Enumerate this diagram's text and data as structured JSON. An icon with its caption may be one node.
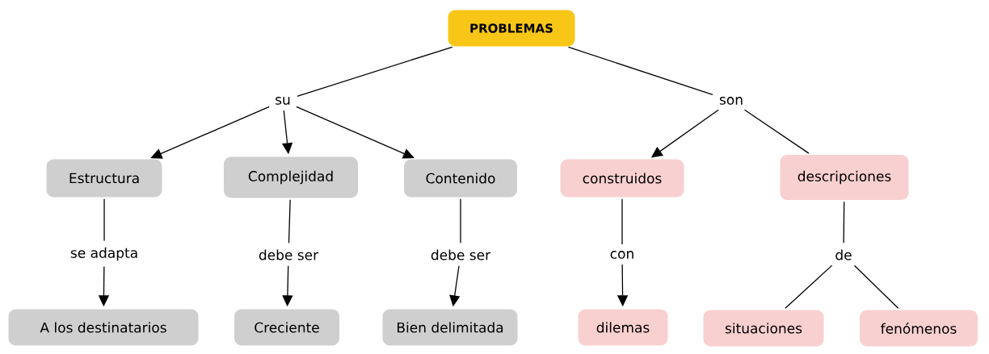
{
  "diagram": {
    "nodes": [
      {
        "text": [
          "PROBLEMAS"
        ]
      },
      {
        "text": [
          "su"
        ]
      },
      {
        "text": [
          "son"
        ]
      },
      {
        "text": [
          "Estructura"
        ]
      },
      {
        "text": [
          "Complejidad"
        ]
      },
      {
        "text": [
          "Contenido"
        ]
      },
      {
        "text": [
          "construidos"
        ]
      },
      {
        "text": [
          "descripciones"
        ]
      },
      {
        "text": [
          "se adapta"
        ]
      },
      {
        "text": [
          "debe ser"
        ]
      },
      {
        "text": [
          "debe ser"
        ]
      },
      {
        "text": [
          "con"
        ]
      },
      {
        "text": [
          "de"
        ]
      },
      {
        "text": [
          "A los destinatarios"
        ]
      },
      {
        "text": [
          "Creciente"
        ]
      },
      {
        "text": [
          "Bien delimitada"
        ]
      },
      {
        "text": [
          "dilemas"
        ]
      },
      {
        "text": [
          "situaciones"
        ]
      },
      {
        "text": [
          "fenómenos"
        ]
      }
    ],
    "edges": [
      {
        "from": 0,
        "to": 1,
        "arrow": "none"
      },
      {
        "from": 0,
        "to": 2,
        "arrow": "none"
      },
      {
        "from": 1,
        "to": 3,
        "arrow": "to"
      },
      {
        "from": 1,
        "to": 4,
        "arrow": "to"
      },
      {
        "from": 1,
        "to": 5,
        "arrow": "to"
      },
      {
        "from": 2,
        "to": 6,
        "arrow": "to"
      },
      {
        "from": 2,
        "to": 7,
        "arrow": "none"
      },
      {
        "from": 3,
        "to": 8,
        "arrow": "none"
      },
      {
        "from": 8,
        "to": 13,
        "arrow": "to"
      },
      {
        "from": 4,
        "to": 9,
        "arrow": "none"
      },
      {
        "from": 9,
        "to": 14,
        "arrow": "to"
      },
      {
        "from": 5,
        "to": 10,
        "arrow": "none"
      },
      {
        "from": 10,
        "to": 15,
        "arrow": "to"
      },
      {
        "from": 6,
        "to": 11,
        "arrow": "none"
      },
      {
        "from": 11,
        "to": 16,
        "arrow": "to"
      },
      {
        "from": 7,
        "to": 12,
        "arrow": "none"
      },
      {
        "from": 12,
        "to": 17,
        "arrow": "none"
      },
      {
        "from": 12,
        "to": 18,
        "arrow": "none"
      }
    ]
  }
}
